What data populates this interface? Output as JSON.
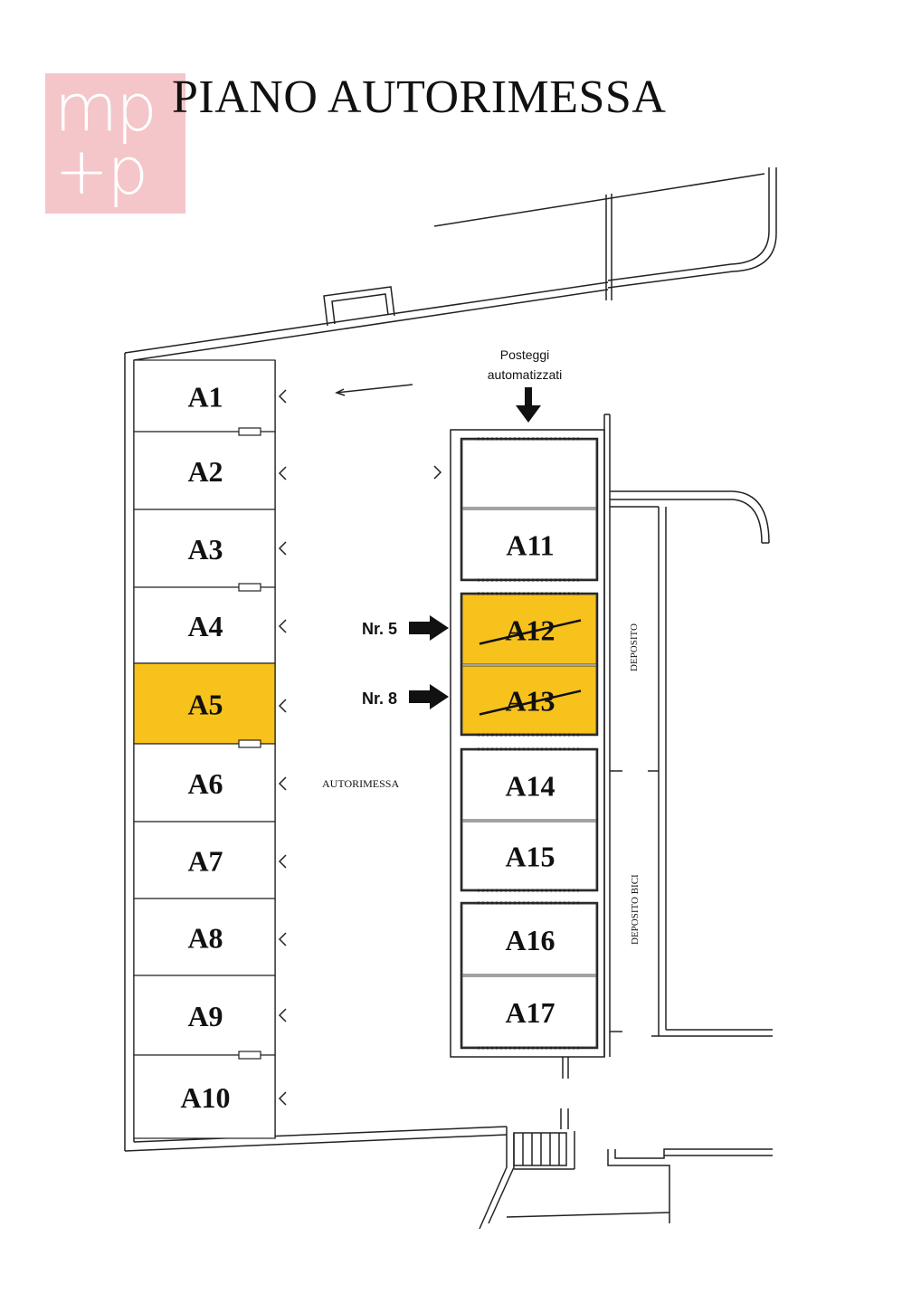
{
  "title": "PIANO AUTORIMESSA",
  "logo": {
    "line1": "mp",
    "line2": "+p",
    "bg_color": "#f4c6c9"
  },
  "colors": {
    "highlight": "#f7c21c",
    "line": "#222222"
  },
  "left_spaces": [
    {
      "label": "A1",
      "highlighted": false
    },
    {
      "label": "A2",
      "highlighted": false
    },
    {
      "label": "A3",
      "highlighted": false
    },
    {
      "label": "A4",
      "highlighted": false
    },
    {
      "label": "A5",
      "highlighted": true
    },
    {
      "label": "A6",
      "highlighted": false
    },
    {
      "label": "A7",
      "highlighted": false
    },
    {
      "label": "A8",
      "highlighted": false
    },
    {
      "label": "A9",
      "highlighted": false
    },
    {
      "label": "A10",
      "highlighted": false
    }
  ],
  "right_spaces": [
    {
      "label": "",
      "highlighted": false,
      "crossed": false
    },
    {
      "label": "A11",
      "highlighted": false,
      "crossed": false
    },
    {
      "label": "A12",
      "highlighted": true,
      "crossed": true
    },
    {
      "label": "A13",
      "highlighted": true,
      "crossed": true
    },
    {
      "label": "A14",
      "highlighted": false,
      "crossed": false
    },
    {
      "label": "A15",
      "highlighted": false,
      "crossed": false
    },
    {
      "label": "A16",
      "highlighted": false,
      "crossed": false
    },
    {
      "label": "A17",
      "highlighted": false,
      "crossed": false
    }
  ],
  "annotations": {
    "automated_line1": "Posteggi",
    "automated_line2": "automatizzati",
    "arrow_nr5": "Nr. 5",
    "arrow_nr8": "Nr. 8",
    "autorimessa": "AUTORIMESSA",
    "deposito": "DEPOSITO",
    "deposito_bici": "DEPOSITO BICI"
  }
}
